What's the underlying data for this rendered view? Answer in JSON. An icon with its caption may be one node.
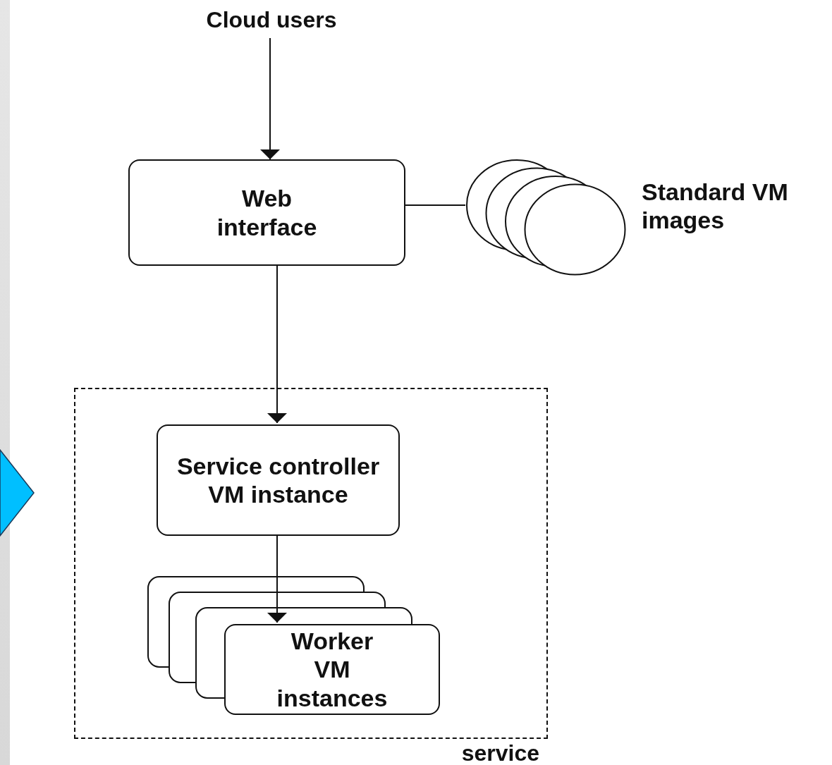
{
  "diagram": {
    "nodes": [
      {
        "text": [
          "Cloud users"
        ]
      },
      {
        "text": [
          "Web interface"
        ]
      },
      {
        "text": [
          "Standard VM images"
        ]
      },
      {
        "text": [
          "service"
        ]
      },
      {
        "text": [
          "Service controller VM instance"
        ],
        "in": 3
      },
      {
        "text": [
          "Worker VM instances"
        ],
        "in": 3
      },
      {
        "text": [],
        "shape": "chevron"
      }
    ],
    "edges": [
      {
        "from": 0,
        "to": 1,
        "arrow": "to"
      },
      {
        "from": 1,
        "to": 2,
        "arrow": "none"
      },
      {
        "from": 1,
        "to": 4,
        "arrow": "to"
      },
      {
        "from": 4,
        "to": 5,
        "arrow": "to"
      }
    ]
  }
}
